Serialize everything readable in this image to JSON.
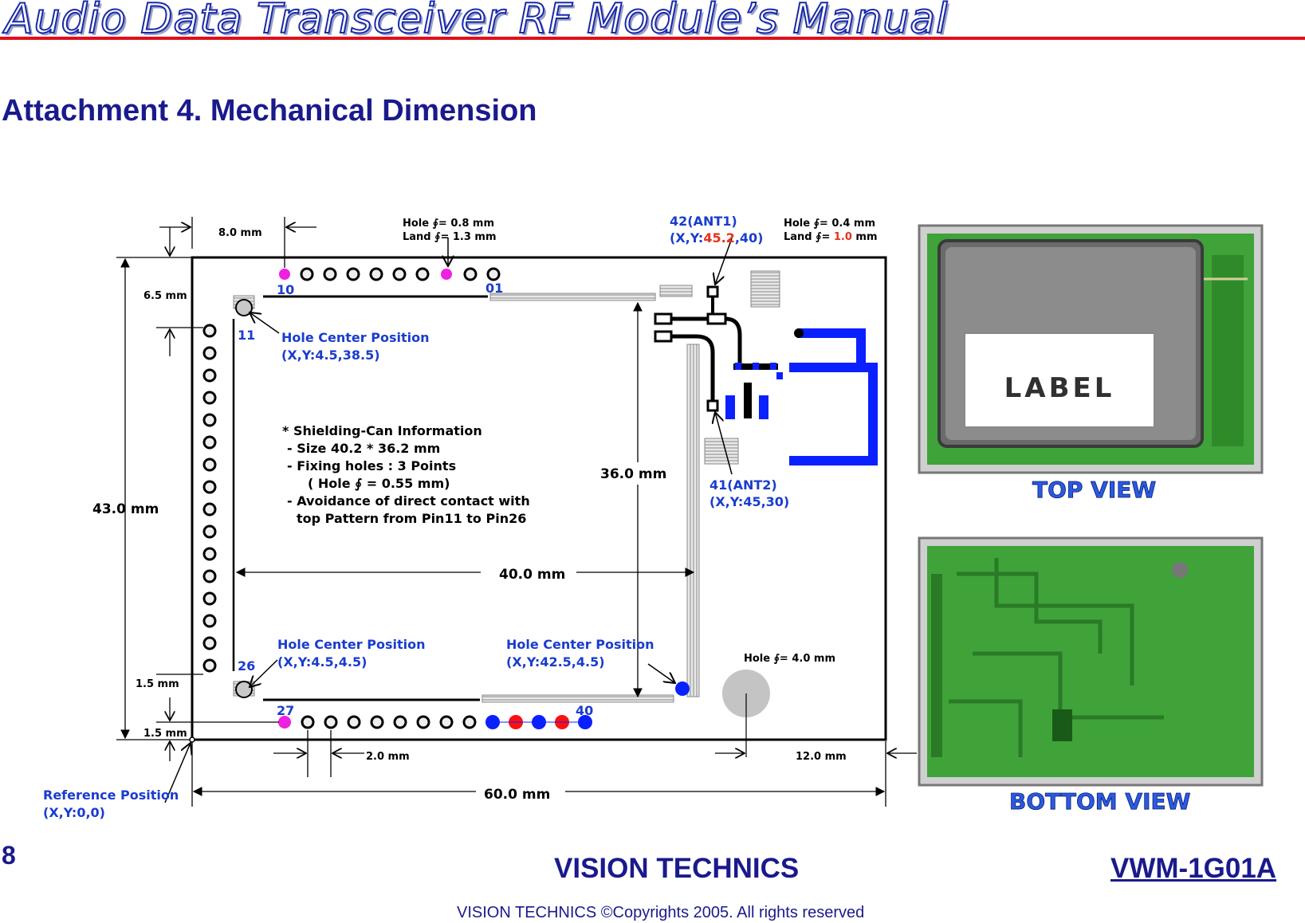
{
  "header": {
    "title": "Audio Data Transceiver RF Module’s Manual",
    "subtitle": "Attachment 4. Mechanical Dimension"
  },
  "drawing": {
    "dim_8mm": "8.0 mm",
    "dim_6_5mm": "6.5 mm",
    "dim_43mm": "43.0 mm",
    "dim_1_5mm_a": "1.5 mm",
    "dim_1_5mm_b": "1.5 mm",
    "dim_36mm": "36.0 mm",
    "dim_40mm": "40.0 mm",
    "dim_60mm": "60.0 mm",
    "dim_2mm": "2.0 mm",
    "dim_12mm": "12.0 mm",
    "hole_small_1": "Hole ∮= 0.8 mm",
    "hole_small_2": "Land ∮= 1.3 mm",
    "hole_ant_1": "Hole ∮= 0.4 mm",
    "hole_ant_2_prefix": "Land ∮= ",
    "hole_ant_2_value": "1.0",
    "hole_ant_2_suffix": " mm",
    "hole_big": "Hole ∮= 4.0 mm",
    "pin_10": "10",
    "pin_01": "01",
    "pin_11": "11",
    "pin_26": "26",
    "pin_27": "27",
    "pin_40": "40",
    "ant1_line1": "42(ANT1)",
    "ant1_line2_prefix": "(X,Y:",
    "ant1_line2_value": "45.2",
    "ant1_line2_suffix": ",40)",
    "ant2_line1": "41(ANT2)",
    "ant2_line2": "(X,Y:45,30)",
    "hcp1_label": "Hole Center Position",
    "hcp1_coord": "(X,Y:4.5,38.5)",
    "hcp2_label": "Hole Center Position",
    "hcp2_coord": "(X,Y:4.5,4.5)",
    "hcp3_label": "Hole Center Position",
    "hcp3_coord": "(X,Y:42.5,4.5)",
    "ref_label": "Reference Position",
    "ref_coord": "(X,Y:0,0)",
    "shield_title": "* Shielding-Can Information",
    "shield_size": "- Size 40.2 * 36.2 mm",
    "shield_holes": "- Fixing holes : 3 Points",
    "shield_hole_dia": "( Hole ∮ = 0.55 mm)",
    "shield_avoid_1": "- Avoidance of direct contact with",
    "shield_avoid_2": "top Pattern from Pin11 to Pin26"
  },
  "photos": {
    "label_text": "LABEL",
    "top_caption": "TOP VIEW",
    "bottom_caption": "BOTTOM VIEW"
  },
  "footer": {
    "page_number": "8",
    "company": "VISION TECHNICS",
    "model": "VWM-1G01A",
    "copyright": "VISION TECHNICS ©Copyrights 2005. All rights reserved"
  },
  "colors": {
    "title_blue": "#1a2aa8",
    "rule_red": "#e0101a",
    "label_blue": "#1a3ccf",
    "highlight_red": "#e8301a",
    "pad_magenta": "#f020e0",
    "pad_blue": "#0a20ff",
    "pad_red": "#ff1010",
    "pcb_green": "#3fa33a"
  }
}
